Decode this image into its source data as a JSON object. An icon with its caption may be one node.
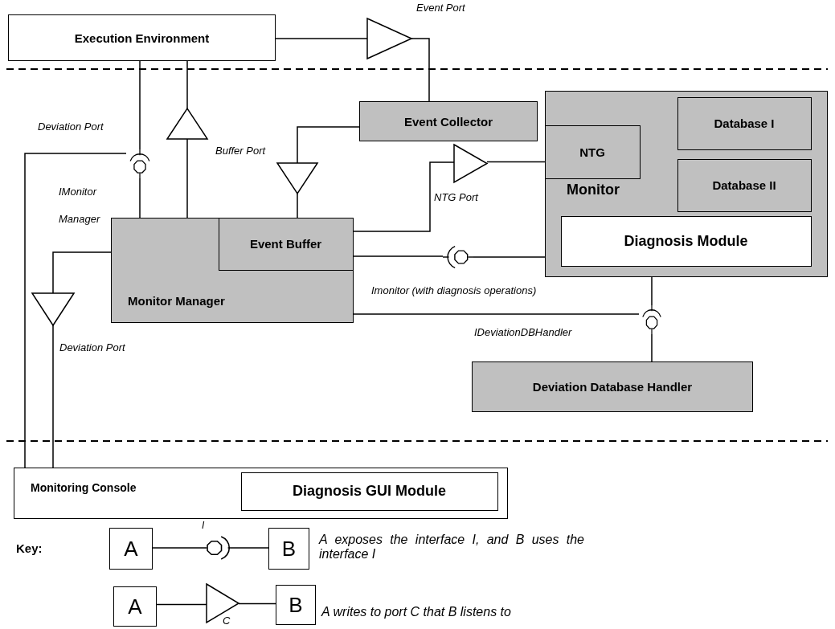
{
  "diagram": {
    "nodes": [
      {
        "text": [
          "Execution Environment"
        ]
      },
      {
        "text": [],
        "shape": "triangle",
        "beside": [
          "Event Port"
        ]
      },
      {
        "text": [
          "Event Collector"
        ]
      },
      {
        "text": [
          "Monitor"
        ]
      },
      {
        "text": [
          "Database I"
        ],
        "in": 3
      },
      {
        "text": [
          "NTG"
        ],
        "in": 3
      },
      {
        "text": [
          "Database II"
        ],
        "in": 3
      },
      {
        "text": [
          "Diagnosis Module"
        ],
        "in": 3
      },
      {
        "text": [],
        "shape": "triangle"
      },
      {
        "text": [],
        "shape": "socket",
        "beside": [
          "Deviation Port",
          "IMonitor Manager"
        ]
      },
      {
        "text": [],
        "shape": "triangle",
        "beside": [
          "Buffer Port"
        ]
      },
      {
        "text": [],
        "shape": "triangle",
        "beside": [
          "NTG Port"
        ]
      },
      {
        "text": [
          "Monitor Manager"
        ]
      },
      {
        "text": [
          "Event Buffer"
        ],
        "in": 12
      },
      {
        "text": [],
        "shape": "socket",
        "beside": [
          "Imonitor (with diagnosis operations)"
        ]
      },
      {
        "text": [],
        "shape": "triangle",
        "beside": [
          "Deviation Port"
        ]
      },
      {
        "text": [],
        "shape": "socket"
      },
      {
        "text": [
          "Deviation Database Handler"
        ]
      },
      {
        "text": [
          "Monitoring Console"
        ]
      },
      {
        "text": [
          "Diagnosis GUI Module"
        ],
        "in": 18
      },
      {
        "text": [
          "A"
        ]
      },
      {
        "text": [],
        "shape": "socket",
        "beside": [
          "I"
        ]
      },
      {
        "text": [
          "B"
        ]
      },
      {
        "text": [
          "A"
        ]
      },
      {
        "text": [],
        "shape": "triangle",
        "beside": [
          "C"
        ]
      },
      {
        "text": [
          "B"
        ]
      }
    ],
    "edges": [
      {
        "from": 0,
        "to": 1,
        "arrow": "none"
      },
      {
        "from": 1,
        "to": 2,
        "arrow": "none"
      },
      {
        "from": 12,
        "to": 8,
        "arrow": "none"
      },
      {
        "from": 8,
        "to": 0,
        "arrow": "none"
      },
      {
        "from": 0,
        "to": 9,
        "arrow": "none"
      },
      {
        "from": 18,
        "to": 9,
        "arrow": "none"
      },
      {
        "from": 12,
        "to": 9,
        "arrow": "none"
      },
      {
        "from": 2,
        "to": 10,
        "arrow": "none"
      },
      {
        "from": 10,
        "to": 13,
        "arrow": "none"
      },
      {
        "from": 13,
        "to": 11,
        "arrow": "none"
      },
      {
        "from": 11,
        "to": 5,
        "arrow": "none"
      },
      {
        "from": 13,
        "to": 14,
        "arrow": "none"
      },
      {
        "from": 14,
        "to": 3,
        "arrow": "none"
      },
      {
        "from": 12,
        "to": 16,
        "arrow": "none"
      },
      {
        "from": 3,
        "to": 16,
        "arrow": "none"
      },
      {
        "from": 17,
        "to": 16,
        "arrow": "none"
      },
      {
        "from": 12,
        "to": 15,
        "arrow": "none"
      },
      {
        "from": 15,
        "to": 18,
        "arrow": "none"
      },
      {
        "from": 20,
        "to": 21,
        "arrow": "none"
      },
      {
        "from": 21,
        "to": 22,
        "arrow": "none"
      },
      {
        "from": 23,
        "to": 24,
        "arrow": "none"
      },
      {
        "from": 24,
        "to": 25,
        "arrow": "none"
      }
    ],
    "labels": [
      "IDeviationDBHandler",
      "Key:",
      "A exposes the interface I, and B uses the interface I",
      "A writes to port C that B listens to"
    ]
  }
}
